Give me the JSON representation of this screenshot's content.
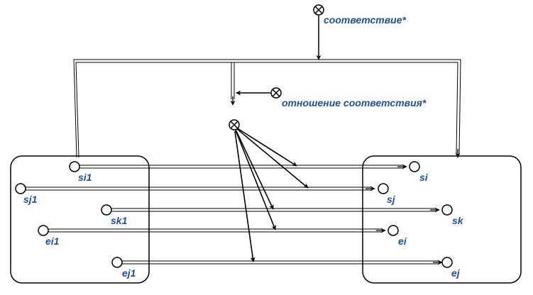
{
  "colors": {
    "label": "#1f4e9a",
    "line": "#000000"
  },
  "nodes": {
    "correspondence": {
      "label": "соответствие*"
    },
    "relation": {
      "label": "отношение соответствия*"
    },
    "pair_hub": {
      "label": ""
    }
  },
  "left_set": {
    "elements": [
      {
        "id": "si1",
        "label": "si1"
      },
      {
        "id": "sj1",
        "label": "sj1"
      },
      {
        "id": "sk1",
        "label": "sk1"
      },
      {
        "id": "ei1",
        "label": "ei1"
      },
      {
        "id": "ej1",
        "label": "ej1"
      }
    ]
  },
  "right_set": {
    "elements": [
      {
        "id": "si",
        "label": "si"
      },
      {
        "id": "sj",
        "label": "sj"
      },
      {
        "id": "sk",
        "label": "sk"
      },
      {
        "id": "ei",
        "label": "ei"
      },
      {
        "id": "ej",
        "label": "ej"
      }
    ]
  }
}
